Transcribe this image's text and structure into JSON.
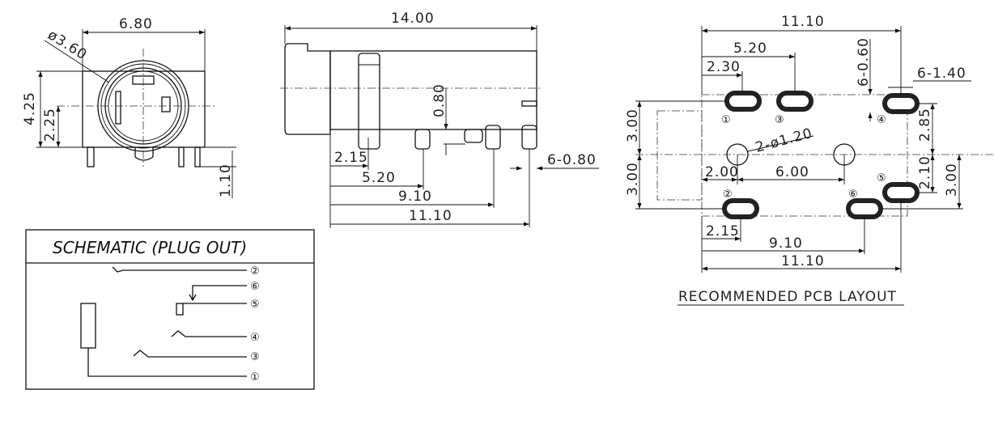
{
  "front_view": {
    "width_dim": "6.80",
    "diameter_dim": "ø3.60",
    "height_dim": "4.25",
    "center_height_dim": "2.25",
    "pin_length_dim": "1.10"
  },
  "side_view": {
    "length_dim": "14.00",
    "offset_dim": "0.80",
    "pin_width_dim": "6-0.80",
    "pin_positions": [
      "2.15",
      "5.20",
      "9.10",
      "11.10"
    ]
  },
  "schematic": {
    "title": "SCHEMATIC (PLUG OUT)",
    "pins": [
      "②",
      "⑥",
      "⑤",
      "④",
      "③",
      "①"
    ]
  },
  "pcb_layout": {
    "title": "RECOMMENDED PCB LAYOUT",
    "top_width_dim": "11.10",
    "pad3_dim": "5.20",
    "pad1_dim": "2.30",
    "pad_height_dim": "6-0.60",
    "pad_width_dim": "6-1.40",
    "hole_dim": "2-ø1.20",
    "left_upper_dim": "3.00",
    "left_lower_dim": "3.00",
    "right_upper_dim": "2.85",
    "right_mid_dim": "2.10",
    "right_lower_dim": "3.00",
    "hole_offset_dim": "2.00",
    "hole_spacing_dim": "6.00",
    "pad2_dim": "2.15",
    "pad6_dim": "9.10",
    "bottom_width_dim": "11.10",
    "pad_labels": [
      "①",
      "③",
      "④",
      "②",
      "⑥",
      "⑤"
    ]
  }
}
